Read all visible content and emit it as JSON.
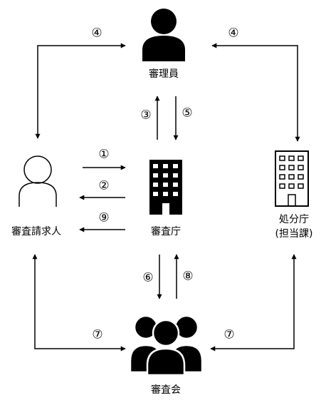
{
  "nodes": {
    "examiner": "審理員",
    "requester": "審査請求人",
    "agency": "審査庁",
    "disposition_agency": "処分庁",
    "disposition_agency_sub": "(担当課)",
    "council": "審査会"
  },
  "steps": {
    "s1": "①",
    "s2": "②",
    "s3": "③",
    "s4": "④",
    "s5": "⑤",
    "s6": "⑥",
    "s7": "⑦",
    "s8": "⑧",
    "s9": "⑨"
  },
  "icons": {
    "examiner": "person-filled-icon",
    "requester": "person-outline-icon",
    "agency": "building-filled-icon",
    "disposition_agency": "building-outline-icon",
    "council": "group-people-icon"
  }
}
